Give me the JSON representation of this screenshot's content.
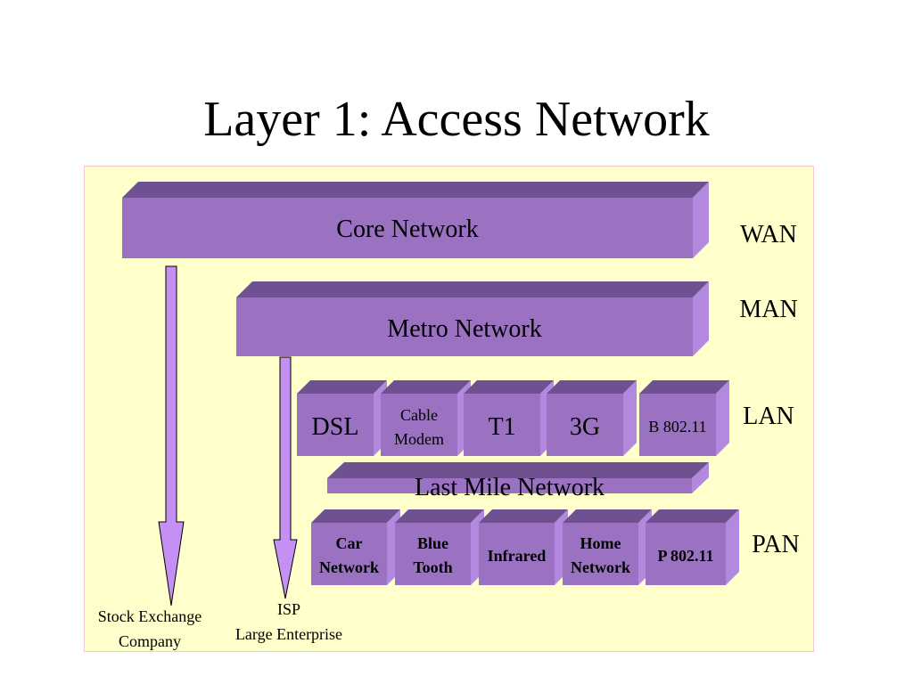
{
  "title": "Layer 1: Access Network",
  "colors": {
    "panel_bg": "#ffffcc",
    "box_front": "#9a72c1",
    "box_top": "#6f5191",
    "box_side": "#b389e0",
    "arrow_fill": "#c590f3"
  },
  "core": {
    "label": "Core Network",
    "scope": "WAN"
  },
  "metro": {
    "label": "Metro Network",
    "scope": "MAN"
  },
  "lan": {
    "scope": "LAN",
    "items": [
      {
        "line1": "DSL",
        "line2": ""
      },
      {
        "line1": "Cable",
        "line2": "Modem"
      },
      {
        "line1": "T1",
        "line2": ""
      },
      {
        "line1": "3G",
        "line2": ""
      },
      {
        "line1": "B 802.11",
        "line2": ""
      }
    ]
  },
  "last_mile": {
    "label": "Last Mile Network"
  },
  "pan": {
    "scope": "PAN",
    "items": [
      {
        "line1": "Car",
        "line2": "Network"
      },
      {
        "line1": "Blue",
        "line2": "Tooth"
      },
      {
        "line1": "Infrared",
        "line2": ""
      },
      {
        "line1": "Home",
        "line2": "Network"
      },
      {
        "line1": "P 802.11",
        "line2": ""
      }
    ]
  },
  "endpoints": {
    "stock": {
      "line1": "Stock Exchange",
      "line2": "Company"
    },
    "isp": {
      "line1": "ISP",
      "line2": "Large Enterprise"
    }
  }
}
